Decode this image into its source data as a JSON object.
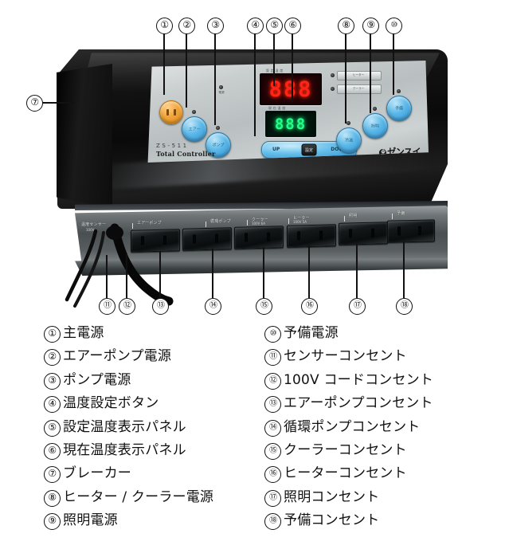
{
  "product": {
    "model_code": "ZS-511",
    "model_name": "Total Controller",
    "brand": "ゼンスイ",
    "brand_mark": "全"
  },
  "panel": {
    "display_set": {
      "caption": "設 定 温 度",
      "value": "888",
      "color": "#ff2415"
    },
    "display_current": {
      "caption": "現 在 温 度",
      "value": "888",
      "color": "#21ff86"
    },
    "indicator_labels": [
      "ヒーター",
      "クーラー"
    ],
    "power_led_label": "電源",
    "updown": {
      "up_label": "UP",
      "down_label": "DOWN",
      "center_label": "設定"
    },
    "buttons": [
      {
        "id": "main-power",
        "label": "主電源",
        "type": "orange-socket"
      },
      {
        "id": "air-pump",
        "label": "エアー",
        "type": "blue"
      },
      {
        "id": "pump",
        "label": "ポンプ",
        "type": "blue"
      },
      {
        "id": "heater-cooler",
        "label": "冷温",
        "type": "blue"
      },
      {
        "id": "light",
        "label": "照明",
        "type": "blue"
      },
      {
        "id": "spare",
        "label": "予備",
        "type": "blue"
      }
    ]
  },
  "outlets": [
    {
      "label": "エアーポンプ",
      "sub": ""
    },
    {
      "label": "循環ポンプ",
      "sub": ""
    },
    {
      "label": "クーラー",
      "sub": "100V 6A"
    },
    {
      "label": "ヒーター",
      "sub": "100V 5A"
    },
    {
      "label": "照明",
      "sub": ""
    },
    {
      "label": "予備",
      "sub": ""
    }
  ],
  "side_labels": {
    "sensor": "温度センサー",
    "cord": "100V"
  },
  "callouts": [
    {
      "n": "①"
    },
    {
      "n": "②"
    },
    {
      "n": "③"
    },
    {
      "n": "④"
    },
    {
      "n": "⑤"
    },
    {
      "n": "⑥"
    },
    {
      "n": "⑦"
    },
    {
      "n": "⑧"
    },
    {
      "n": "⑨"
    },
    {
      "n": "⑩"
    },
    {
      "n": "⑪"
    },
    {
      "n": "⑫"
    },
    {
      "n": "⑬"
    },
    {
      "n": "⑭"
    },
    {
      "n": "⑮"
    },
    {
      "n": "⑯"
    },
    {
      "n": "⑰"
    },
    {
      "n": "⑱"
    }
  ],
  "legend": {
    "left": [
      {
        "num": "1",
        "glyph": "①",
        "text": "主電源"
      },
      {
        "num": "2",
        "glyph": "②",
        "text": "エアーポンプ電源"
      },
      {
        "num": "3",
        "glyph": "③",
        "text": "ポンプ電源"
      },
      {
        "num": "4",
        "glyph": "④",
        "text": "温度設定ボタン"
      },
      {
        "num": "5",
        "glyph": "⑤",
        "text": "設定温度表示パネル"
      },
      {
        "num": "6",
        "glyph": "⑥",
        "text": "現在温度表示パネル"
      },
      {
        "num": "7",
        "glyph": "⑦",
        "text": "ブレーカー"
      },
      {
        "num": "8",
        "glyph": "⑧",
        "text": "ヒーター / クーラー電源"
      },
      {
        "num": "9",
        "glyph": "⑨",
        "text": "照明電源"
      }
    ],
    "right": [
      {
        "num": "10",
        "glyph": "⑩",
        "text": "予備電源"
      },
      {
        "num": "11",
        "glyph": "⑪",
        "text": "センサーコンセント"
      },
      {
        "num": "12",
        "glyph": "⑫",
        "text": "100V コードコンセント"
      },
      {
        "num": "13",
        "glyph": "⑬",
        "text": "エアーポンプコンセント"
      },
      {
        "num": "14",
        "glyph": "⑭",
        "text": "循環ポンプコンセント"
      },
      {
        "num": "15",
        "glyph": "⑮",
        "text": "クーラーコンセント"
      },
      {
        "num": "16",
        "glyph": "⑯",
        "text": "ヒーターコンセント"
      },
      {
        "num": "17",
        "glyph": "⑰",
        "text": "照明コンセント"
      },
      {
        "num": "18",
        "glyph": "⑱",
        "text": "予備コンセント"
      }
    ]
  }
}
